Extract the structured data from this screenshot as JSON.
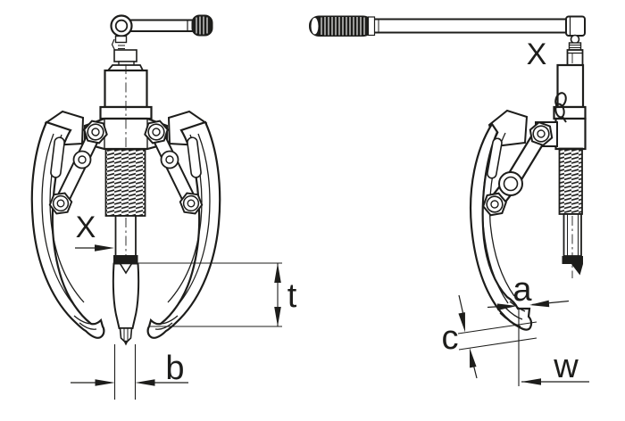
{
  "diagram": {
    "kind": "technical-drawing",
    "background_color": "#ffffff",
    "line_color": "#1d1d1b",
    "front_view": {
      "x_label": "X",
      "t_label": "t",
      "b_label": "b"
    },
    "side_view": {
      "x_label": "X",
      "a_label": "a",
      "c_label": "c",
      "w_label": "w"
    }
  }
}
